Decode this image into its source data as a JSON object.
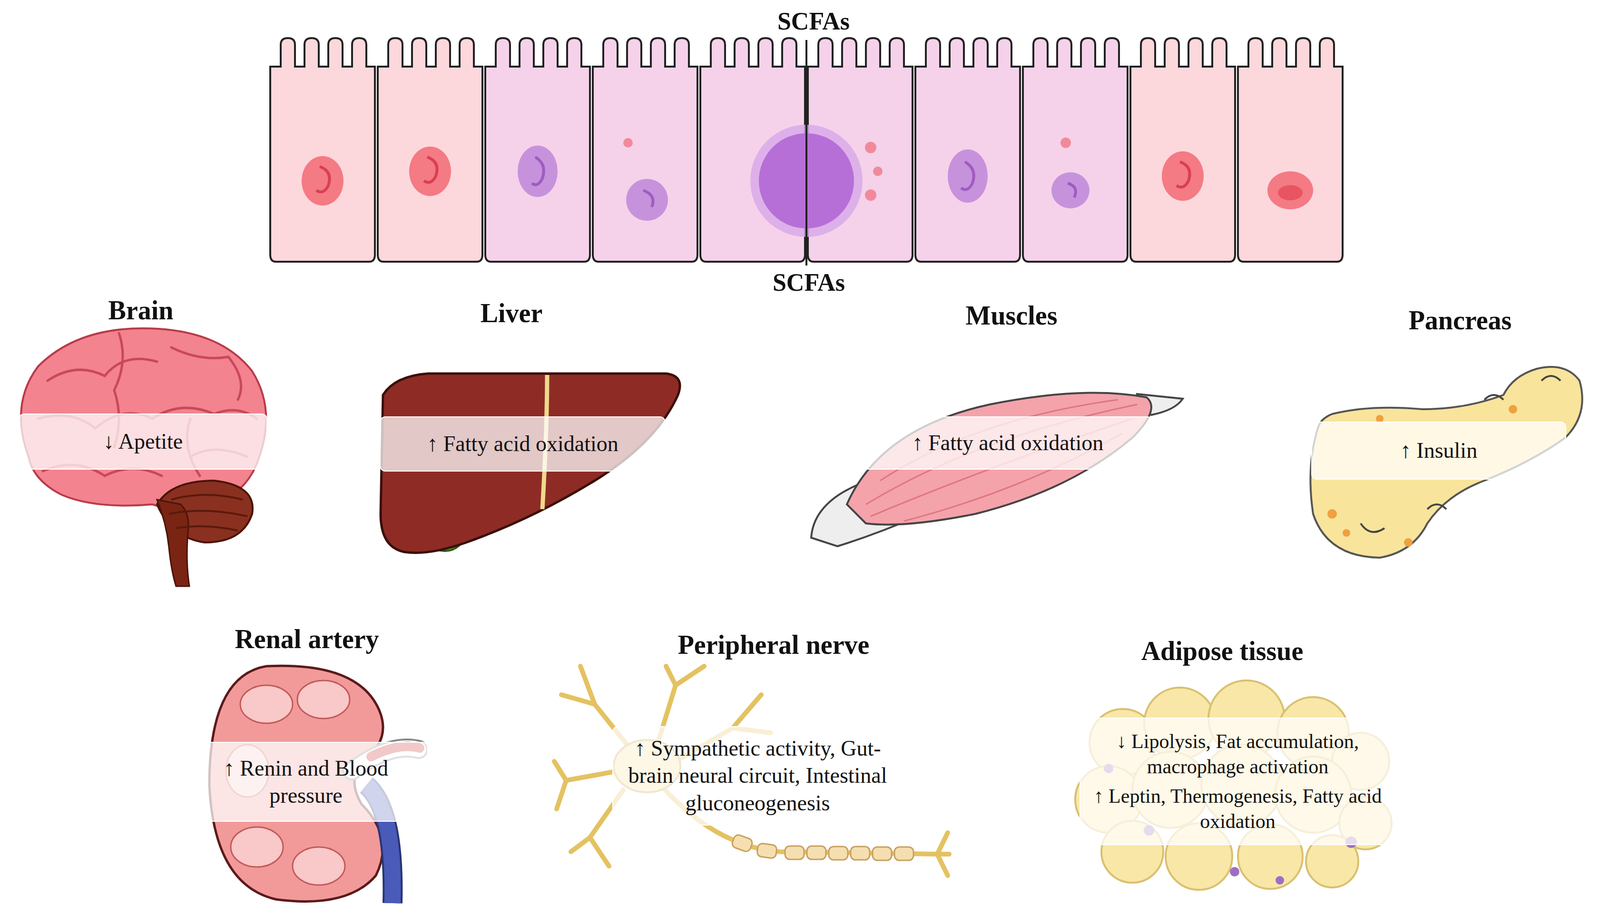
{
  "diagram": {
    "nodes": [
      {
        "text": [
          "Brain",
          "↓ Apetite"
        ]
      },
      {
        "text": [
          "Liver",
          "↑ Fatty acid oxidation"
        ]
      },
      {
        "text": [
          "Muscles",
          "↑ Fatty acid oxidation"
        ]
      },
      {
        "text": [
          "Pancreas",
          "↑ Insulin"
        ]
      },
      {
        "text": [
          "Renal artery",
          "↑ Renin and Blood pressure"
        ]
      },
      {
        "text": [
          "Peripheral nerve",
          "↑ Sympathetic activity, Gut- brain neural circuit, Intestinal gluconeogenesis"
        ]
      },
      {
        "text": [
          "Adipose tissue",
          "↓ Lipolysis, Fat accumulation, macrophage activation",
          "↑ Leptin, Thermogenesis, Fatty acid oxidation"
        ]
      }
    ],
    "labels": [
      "SCFAs",
      "SCFAs"
    ]
  }
}
